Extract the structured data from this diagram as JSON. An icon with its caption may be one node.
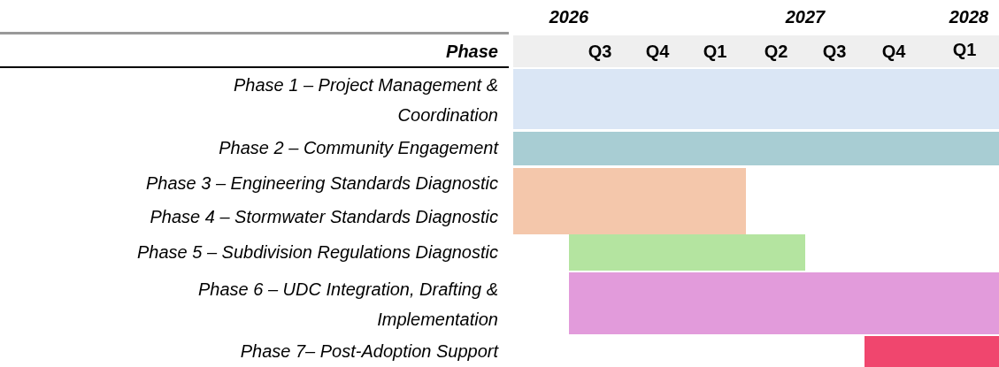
{
  "diagram": {
    "nodes": [
      {
        "text": [],
        "shape": "bar"
      },
      {
        "text": [],
        "shape": "bar"
      },
      {
        "text": [],
        "shape": "bar"
      },
      {
        "text": [],
        "shape": "bar"
      },
      {
        "text": [],
        "shape": "bar"
      },
      {
        "text": [],
        "shape": "bar"
      }
    ],
    "edges": [],
    "labels": [
      "2026",
      "2027",
      "2028",
      "Phase",
      "Q3",
      "Q4",
      "Q1",
      "Q2",
      "Q3",
      "Q4",
      "Q1",
      "Phase 1 – Project Management & Coordination",
      "Phase 2 – Community Engagement",
      "Phase 3 – Engineering Standards Diagnostic",
      "Phase 4 – Stormwater Standards Diagnostic",
      "Phase 5 – Subdivision Regulations Diagnostic",
      "Phase 6 – UDC Integration, Drafting & Implementation",
      "Phase 7– Post-Adoption Support"
    ]
  }
}
